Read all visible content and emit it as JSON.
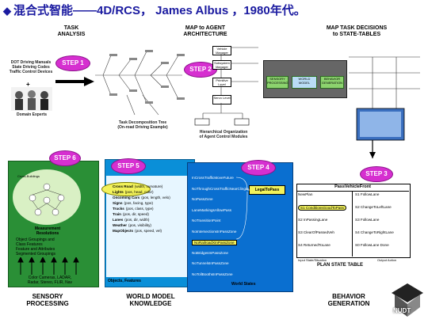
{
  "header": {
    "title": "混合式智能——4D/RCS， James Albus ，1980年代。",
    "diamond": "◆"
  },
  "columns": {
    "task_analysis": "TASK\nANALYSIS",
    "map_agent": "MAP to AGENT\nARCHITECTURE",
    "map_task": "MAP TASK DECISIONS\nto STATE-TABLES"
  },
  "steps": [
    "STEP 1",
    "STEP 2",
    "STEP 3",
    "STEP 4",
    "STEP 5",
    "STEP 6"
  ],
  "task_analysis": {
    "sources": [
      "DOT Driving Manuals",
      "State Driving Codes",
      "Traffic Control Devices"
    ],
    "plus": "+",
    "experts": "Domain Experts",
    "tree_caption": "Task Decomposition Tree\n(On-road Driving Example)"
  },
  "agent": {
    "caption": "Hierarchical Organization\nof Agent Control Modules",
    "boxes": [
      "Vehicle Manager",
      "Subsystem Manager",
      "Primitive Level",
      "Servo Level"
    ],
    "green_boxes": [
      "SENSORY PROCESSING",
      "WORLD MODEL",
      "BEHAVIOR GENERATION"
    ]
  },
  "sensory": {
    "measurement": "Measurement\nResolutions",
    "list": [
      "Object Groupings and",
      "Class Features",
      "Feature and Attributes",
      "Segmented Groupings"
    ],
    "sensors": "Color Cameras, LADAR,\nRadar, Stereo, FLIR, Nav",
    "cross_label": "Cross-Buildings"
  },
  "world_model": {
    "items": [
      {
        "label": "Cross Road",
        "detail": "(width, curvature)"
      },
      {
        "label": "Lights",
        "detail": "(pos, head, color)"
      },
      {
        "label": "Oncoming Cars",
        "detail": "(pos, length, velo)"
      },
      {
        "label": "Signs",
        "detail": "(pos, facing, type)"
      },
      {
        "label": "Trucks",
        "detail": "(pos, class, type)"
      },
      {
        "label": "Train",
        "detail": "(pos, dir, speed)"
      },
      {
        "label": "Lanes",
        "detail": "(pos, dir, width)"
      },
      {
        "label": "Weather",
        "detail": "(pos, visibility)"
      },
      {
        "label": "MapObjects",
        "detail": "(pos, speed, vel)"
      }
    ],
    "footer": "Objects, Features"
  },
  "world_states": {
    "rows": [
      "InCrossTrafficMoveFuture",
      "NoThroughCrossTrafficNearClinging",
      "NoPassZone",
      "LaneMarkingsAllowPass",
      "NoTransitionPoint",
      "NoIntersectionsInPassZone",
      "NoRailroadXInPassZone",
      "NoBridgesInPassZone",
      "NoTunnelsInPassZone",
      "NoTollBoothsInPassZone"
    ],
    "center_label": "LegalToPass",
    "highlight": "NoRailroadXInPassZone",
    "footer": "World States"
  },
  "plan": {
    "title": "PassVehicleFront",
    "left": [
      "NewPlan",
      "S1 ConditionsGoodToPass",
      "S2 InPassingLane",
      "S3 ClearOfPassedVeh",
      "S4 ReturnedToLane"
    ],
    "right": [
      "S1 FollowLane",
      "S2 ChangeToLeftLane",
      "S3 FollowLane",
      "S4 ChangeToRightLane",
      "S0 FollowLane Done"
    ],
    "input_label": "Input State/Situation",
    "output_label": "Output Action",
    "caption": "PLAN STATE TABLE"
  },
  "bottom": {
    "sensory": "SENSORY\nPROCESSING",
    "world": "WORLD MODEL\nKNOWLEDGE",
    "behavior": "BEHAVIOR\nGENERATION",
    "logo": "NUDT"
  },
  "colors": {
    "step": "#d62fd0",
    "sensory": "#2a8f36",
    "world": "#0a8fd8",
    "ws": "#0a6fd0",
    "title": "#1a1aa0"
  }
}
